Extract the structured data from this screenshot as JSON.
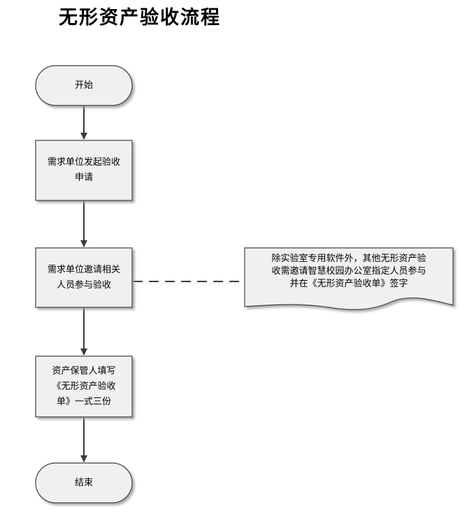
{
  "title": "无形资产验收流程",
  "nodes": {
    "start": {
      "label": "开始"
    },
    "step1": {
      "line1": "需求单位发起验收",
      "line2": "申请"
    },
    "step2": {
      "line1": "需求单位邀请相关",
      "line2": "人员参与验收"
    },
    "step3": {
      "line1": "资产保管人填写",
      "line2": "《无形资产验收",
      "line3": "单》一式三份"
    },
    "end": {
      "label": "结束"
    }
  },
  "note": {
    "line1": "除实验室专用软件外，其他无形资产验",
    "line2": "收需邀请智慧校园办公室指定人员参与",
    "line3": "并在《无形资产验收单》签字"
  },
  "colors": {
    "shape_fill": "#f0f0f0",
    "stroke": "#404040",
    "connector": "#3a3a3a"
  }
}
